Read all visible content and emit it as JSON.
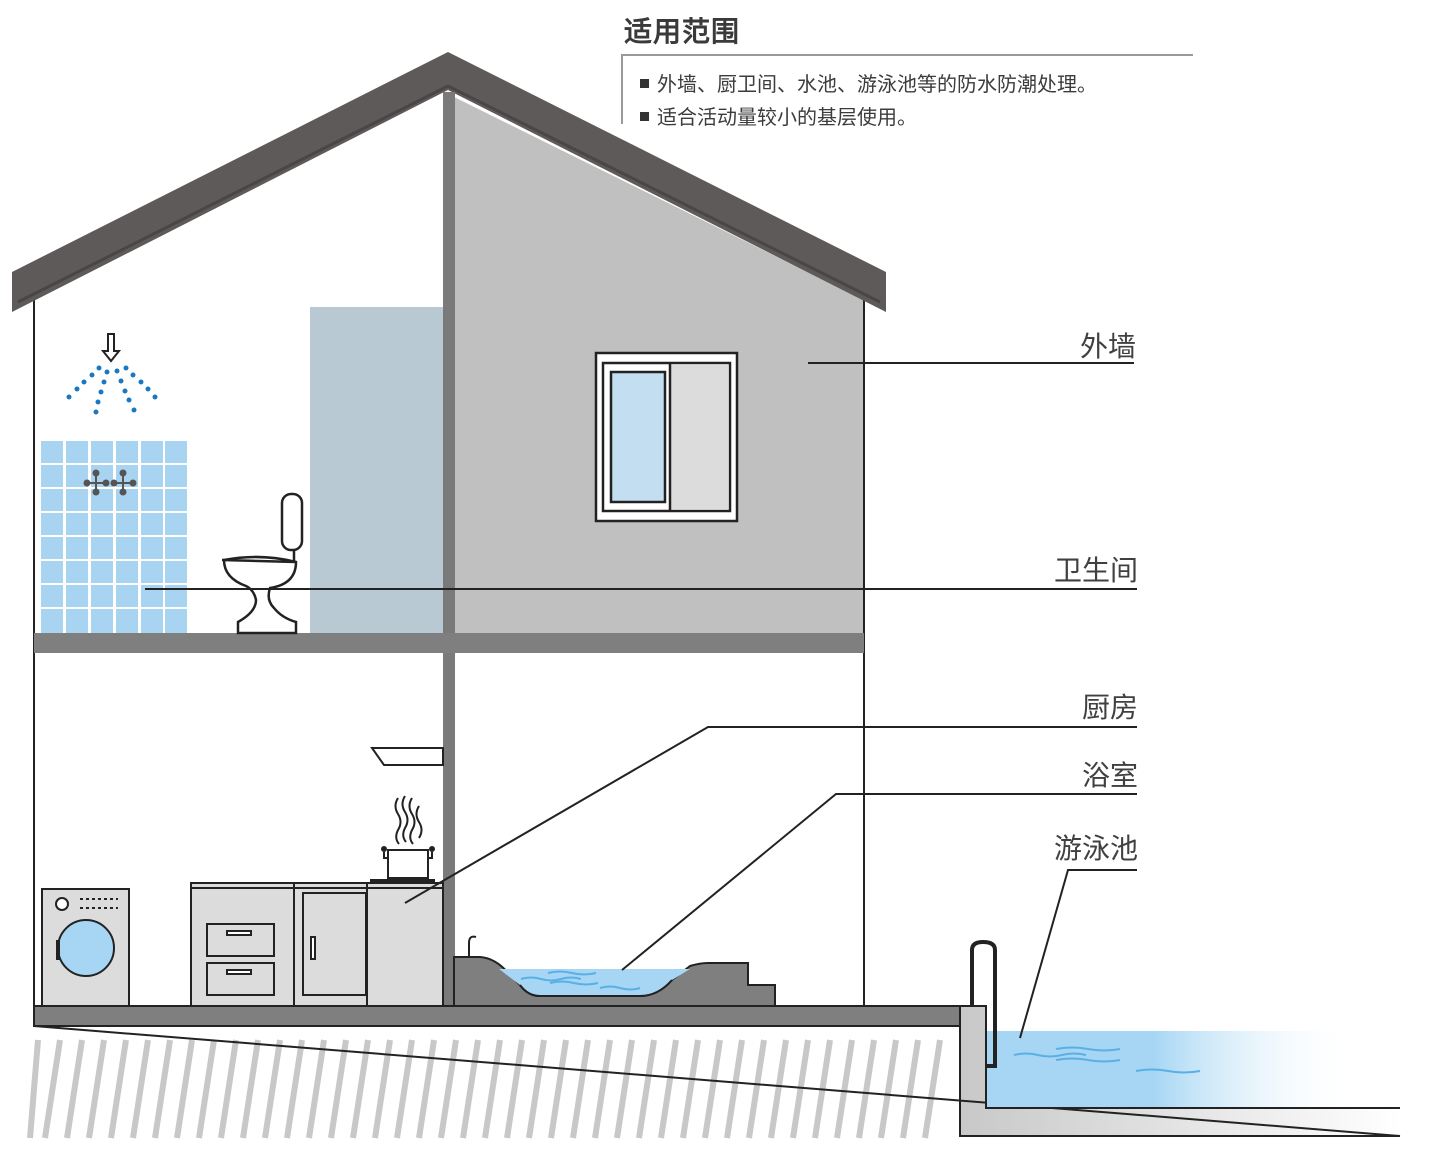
{
  "header": {
    "title": "适用范围",
    "bullets": [
      "外墙、厨卫间、水池、游泳池等的防水防潮处理。",
      "适合活动量较小的基层使用。"
    ]
  },
  "callouts": {
    "exterior_wall": "外墙",
    "restroom": "卫生间",
    "kitchen": "厨房",
    "bathroom": "浴室",
    "swimming_pool": "游泳池"
  },
  "colors": {
    "roof": "#5e5a5a",
    "wall_gray": "#c0c0c0",
    "structure_gray": "#7f7f7f",
    "tile_blue": "#a8d4f2",
    "water_blue": "#a6d6f4",
    "glass_blue": "#c3def0",
    "shower_drop": "#1a78c2",
    "panel_blue_gray": "#b8c9d4",
    "hatch": "#c8c8c8",
    "text": "#404040"
  }
}
